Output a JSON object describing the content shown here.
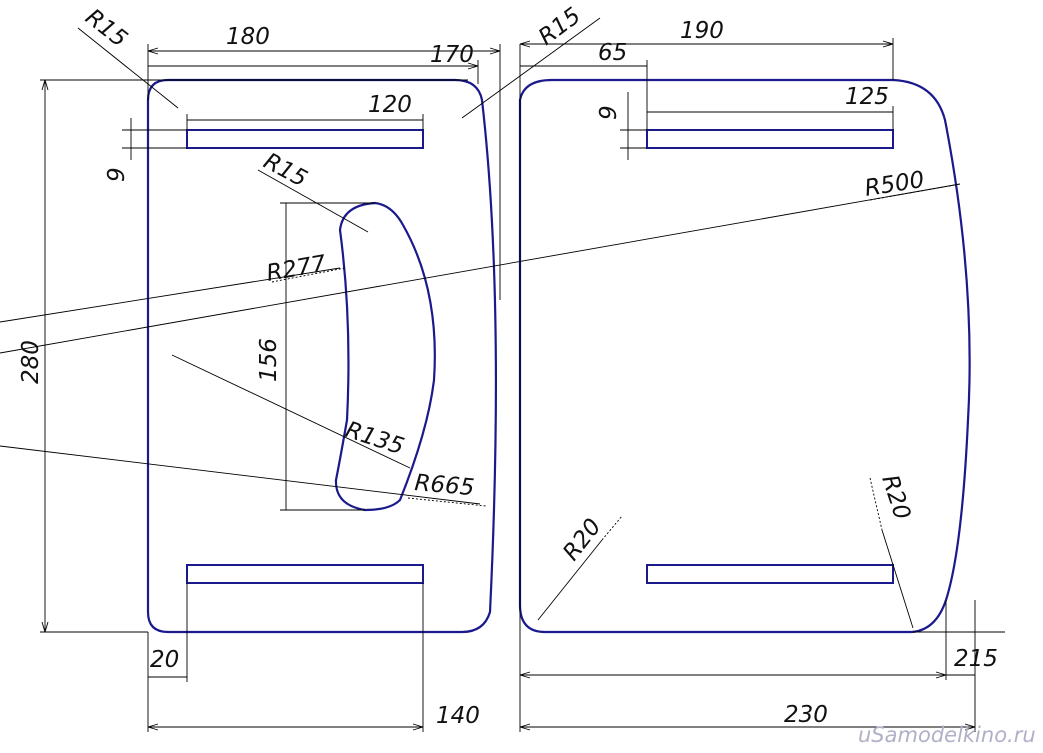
{
  "left_part": {
    "dims": {
      "width_top": "180",
      "width_inner": "170",
      "slot_length": "120",
      "slot_height": "9",
      "height": "280",
      "cutout_height": "156",
      "margin_left": "20",
      "width_bottom": "140"
    },
    "radii": {
      "corner": "R15",
      "cutout_corner": "R15",
      "cutout_inner": "R277",
      "cutout_lower": "R135",
      "side_arc": "R665"
    }
  },
  "right_part": {
    "dims": {
      "width_top": "190",
      "slot_offset": "65",
      "slot_length": "125",
      "slot_height": "9",
      "height_right": "215",
      "width_bottom": "230"
    },
    "radii": {
      "corner_top": "R15",
      "side_arc": "R500",
      "corner_bottom_left": "R20",
      "corner_bottom_right": "R20"
    }
  },
  "watermark": "uSamodelkino.ru",
  "colors": {
    "outline": "#1a1a8c",
    "dimension": "#000000"
  }
}
